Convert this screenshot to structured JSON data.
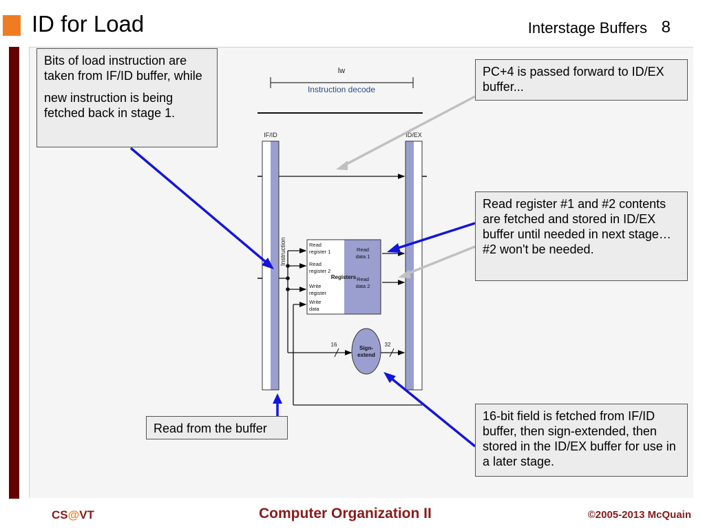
{
  "header": {
    "title": "ID for Load",
    "topic": "Interstage Buffers",
    "page_number": "8"
  },
  "callouts": {
    "bits_line1": "Bits of load instruction are taken from IF/ID buffer, while",
    "bits_line2": "new instruction is being fetched back in stage 1.",
    "pc4": "PC+4 is passed forward to ID/EX buffer...",
    "read_register": "Read register #1 and #2 contents are fetched and stored in ID/EX buffer until needed in next stage… #2 won't be needed.",
    "read_buffer": "Read from the buffer",
    "sixteen_bit": "16-bit field is fetched from IF/ID buffer, then sign-extended, then stored in the ID/EX buffer for use in a later stage."
  },
  "diagram": {
    "instruction_name": "lw",
    "stage_name": "Instruction decode",
    "if_id_label": "IF/ID",
    "id_ex_label": "ID/EX",
    "instruction_label": "Instruction",
    "registers": {
      "read_register_1_a": "Read",
      "read_register_1_b": "register 1",
      "read_register_2_a": "Read",
      "read_register_2_b": "register 2",
      "write_register_a": "Write",
      "write_register_b": "register",
      "write_data_a": "Write",
      "write_data_b": "data",
      "title": "Registers",
      "read_data_1_a": "Read",
      "read_data_1_b": "data 1",
      "read_data_2_a": "Read",
      "read_data_2_b": "data 2"
    },
    "sign_extend_a": "Sign-",
    "sign_extend_b": "extend",
    "width_in": "16",
    "width_out": "32",
    "colors": {
      "buffer_fill": "#9b9fcf",
      "arrow_blue": "#1414e0",
      "arrow_gray": "#c0c0c0"
    }
  },
  "footer": {
    "left_prefix": "CS",
    "left_at": "@",
    "left_suffix": "VT",
    "center": "Computer Organization II",
    "right": "©2005-2013 McQuain"
  }
}
